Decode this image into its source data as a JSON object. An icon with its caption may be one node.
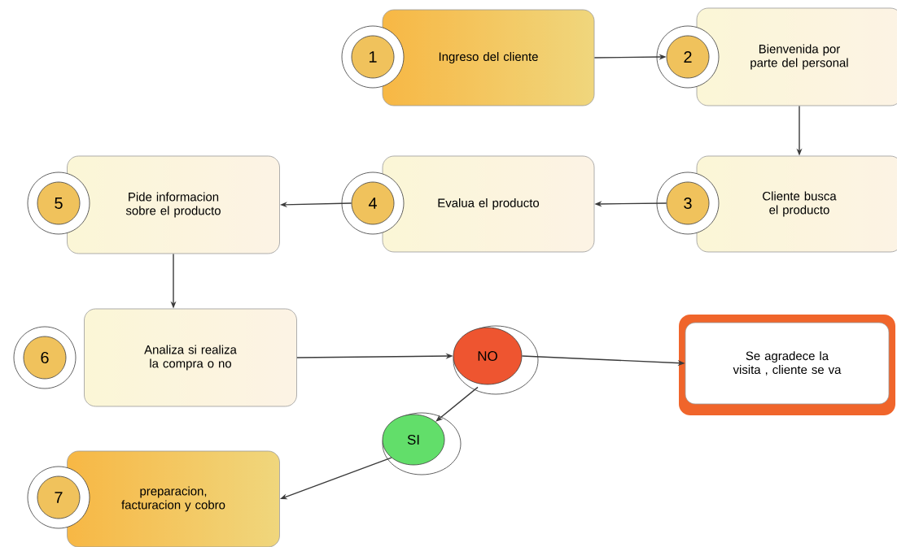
{
  "diagram": {
    "nodes": [
      {
        "text": [
          "1"
        ]
      },
      {
        "text": [
          "Ingreso del cliente"
        ]
      },
      {
        "text": [
          "2"
        ]
      },
      {
        "text": [
          "Bienvenida por parte del personal"
        ]
      },
      {
        "text": [
          "3"
        ]
      },
      {
        "text": [
          "Cliente busca el producto"
        ]
      },
      {
        "text": [
          "4"
        ]
      },
      {
        "text": [
          "Evalua el producto"
        ]
      },
      {
        "text": [
          "5"
        ]
      },
      {
        "text": [
          "Pide informacion sobre el producto"
        ]
      },
      {
        "text": [
          "6"
        ]
      },
      {
        "text": [
          "Analiza si realiza la compra o no"
        ]
      },
      {
        "text": [
          "NO"
        ]
      },
      {
        "text": [
          "Se agradece la visita , cliente se va"
        ]
      },
      {
        "text": [
          "SI"
        ]
      },
      {
        "text": [
          "7"
        ]
      },
      {
        "text": [
          "preparacion, facturacion y cobro"
        ]
      }
    ],
    "edges": [
      {
        "from": 1,
        "to": 2,
        "arrow": "to"
      },
      {
        "from": 3,
        "to": 5,
        "arrow": "to"
      },
      {
        "from": 4,
        "to": 7,
        "arrow": "to"
      },
      {
        "from": 6,
        "to": 9,
        "arrow": "to"
      },
      {
        "from": 9,
        "to": 11,
        "arrow": "to"
      },
      {
        "from": 11,
        "to": 12,
        "arrow": "to"
      },
      {
        "from": 12,
        "to": 13,
        "arrow": "to"
      },
      {
        "from": 12,
        "to": 14,
        "arrow": "to"
      },
      {
        "from": 14,
        "to": 16,
        "arrow": "to"
      }
    ]
  }
}
